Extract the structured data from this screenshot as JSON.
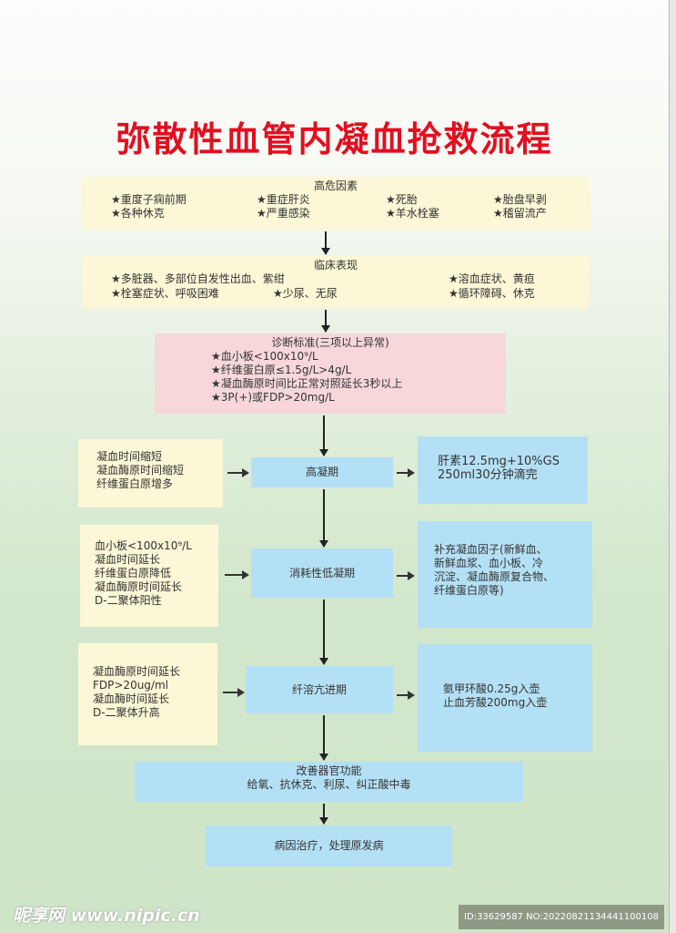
{
  "title": "弥散性血管内凝血抢救流程",
  "risk": {
    "heading": "高危因素",
    "items": [
      "重度子痫前期",
      "重症肝炎",
      "死胎",
      "胎盘早剥",
      "各种休克",
      "严重感染",
      "羊水栓塞",
      "稽留流产"
    ]
  },
  "clinical": {
    "heading": "临床表现",
    "items": [
      "多脏器、多部位自发性出血、紫绀",
      "溶血症状、黄疸",
      "栓塞症状、呼吸困难",
      "少尿、无尿",
      "循环障碍、休克"
    ]
  },
  "diagnosis": {
    "heading": "诊断标准(三项以上异常)",
    "items": [
      "血小板<100x10⁹/L",
      "纤维蛋白原≤1.5g/L>4g/L",
      "凝血酶原时间比正常对照延长3秒以上",
      "3P(+)或FDP>20mg/L"
    ]
  },
  "stages": [
    {
      "signs": [
        "凝血时间缩短",
        "凝血酶原时间缩短",
        "纤维蛋白原增多"
      ],
      "name": "高凝期",
      "treatment": [
        "肝素12.5mg+10%GS",
        "250ml30分钟滴完"
      ]
    },
    {
      "signs": [
        "血小板<100x10⁹/L",
        "凝血时间延长",
        "纤维蛋白原降低",
        "凝血酶原时间延长",
        "D-二聚体阳性"
      ],
      "name": "消耗性低凝期",
      "treatment": [
        "补充凝血因子(新鲜血、",
        "新鲜血浆、血小板、冷",
        "沉淀、凝血酶原复合物、",
        "纤维蛋白原等)"
      ]
    },
    {
      "signs": [
        "凝血酶原时间延长",
        "FDP>20ug/ml",
        "凝血酶时间延长",
        "D-二聚体升高"
      ],
      "name": "纤溶亢进期",
      "treatment": [
        "氨甲环酸0.25g入壶",
        "止血芳酸200mg入壶"
      ]
    }
  ],
  "organ": {
    "heading": "改善器官功能",
    "text": "给氧、抗休克、利尿、纠正酸中毒"
  },
  "cause": "病因治疗，处理原发病",
  "watermark": {
    "logo": "昵享网 www.nipic.cn",
    "id": "ID:33629587 NO:20220821134441100108"
  }
}
